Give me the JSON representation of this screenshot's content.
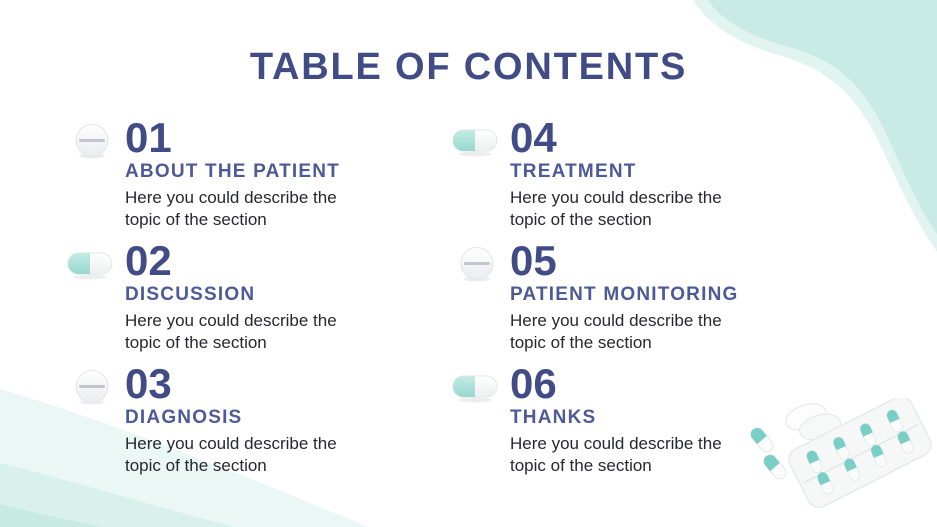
{
  "slide": {
    "title": "TABLE OF CONTENTS",
    "sections": [
      {
        "number": "01",
        "title": "ABOUT THE PATIENT",
        "description": "Here you could describe the topic of the section",
        "icon": "tablet-pill-icon"
      },
      {
        "number": "02",
        "title": "DISCUSSION",
        "description": "Here you could describe the topic of the section",
        "icon": "capsule-pill-icon"
      },
      {
        "number": "03",
        "title": "DIAGNOSIS",
        "description": "Here you could describe the topic of the section",
        "icon": "tablet-pill-icon"
      },
      {
        "number": "04",
        "title": "TREATMENT",
        "description": "Here you could describe the topic of the section",
        "icon": "capsule-pill-icon"
      },
      {
        "number": "05",
        "title": "PATIENT MONITORING",
        "description": "Here you could describe the topic of the section",
        "icon": "tablet-pill-icon"
      },
      {
        "number": "06",
        "title": "THANKS",
        "description": "Here you could describe the topic of the section",
        "icon": "capsule-pill-icon"
      }
    ],
    "colors": {
      "title_navy": "#414c86",
      "section_title_blue": "#4d5a97",
      "body_text": "#27272f",
      "teal_main": "#c9ebe5",
      "teal_halo": "#e1f4f0",
      "teal_light_1": "#eaf7f4",
      "teal_light_2": "#d9f1ec",
      "teal_light_3": "#c9eae3",
      "capsule_teal": "#96d8cf"
    },
    "decorations": {
      "top_right": "teal-wave-shape",
      "bottom_left": "teal-wave-shape",
      "bottom_right": "pills-and-blister-pack-illustration"
    }
  }
}
